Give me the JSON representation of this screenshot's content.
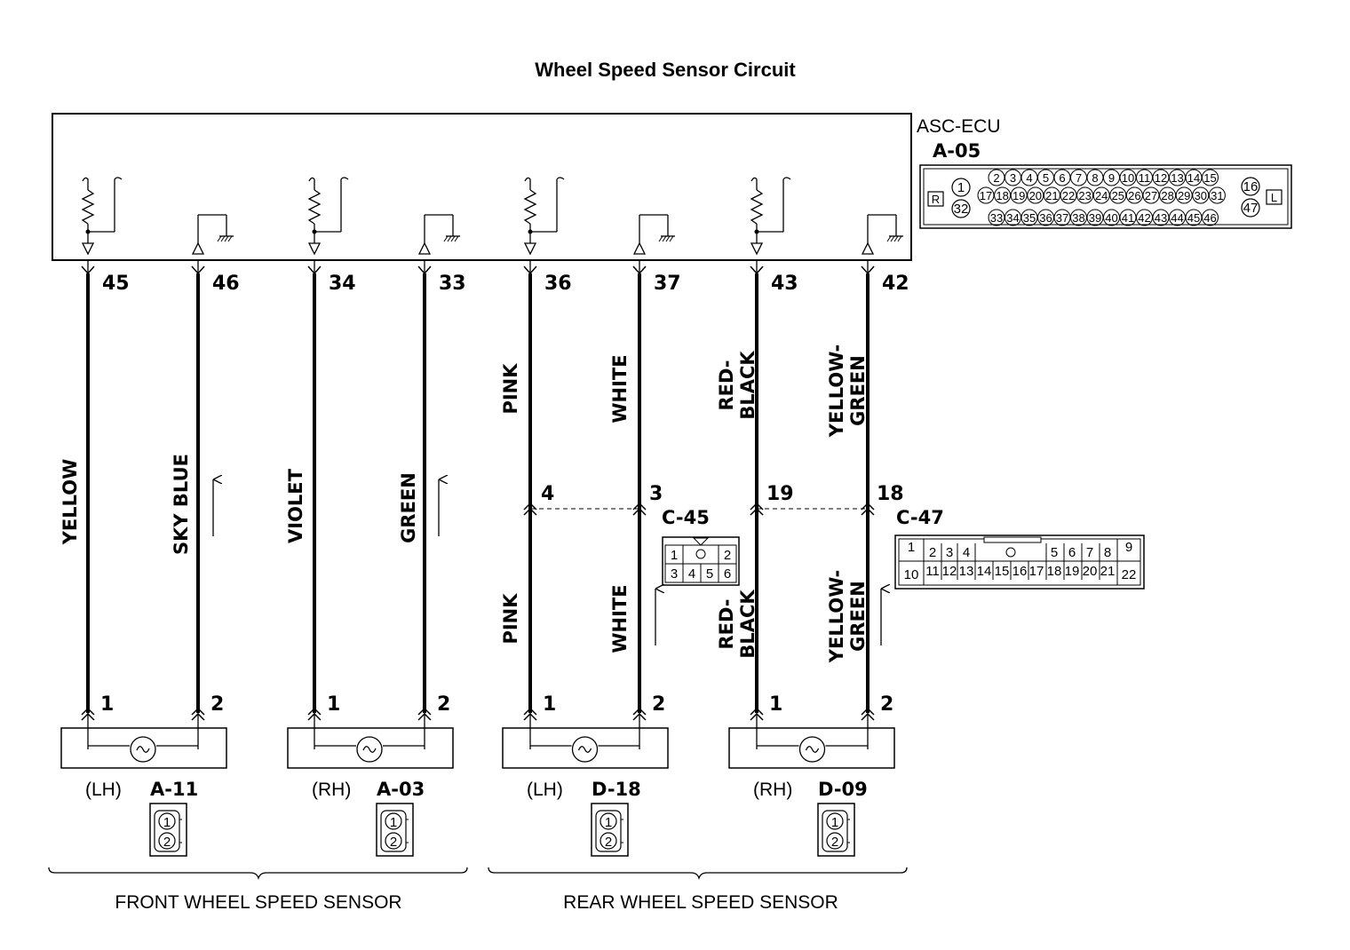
{
  "title": "Wheel Speed Sensor Circuit",
  "ecu": {
    "name": "ASC-ECU",
    "connector": "A-05",
    "face": {
      "left_mark": "R",
      "right_mark": "L",
      "pin_1": "1",
      "pin_32": "32",
      "pin_16": "16",
      "pin_47": "47",
      "row1": [
        "2",
        "3",
        "4",
        "5",
        "6",
        "7",
        "8",
        "9",
        "10",
        "11",
        "12",
        "13",
        "14",
        "15"
      ],
      "row2": [
        "17",
        "18",
        "19",
        "20",
        "21",
        "22",
        "23",
        "24",
        "25",
        "26",
        "27",
        "28",
        "29",
        "30",
        "31"
      ],
      "row3": [
        "33",
        "34",
        "35",
        "36",
        "37",
        "38",
        "39",
        "40",
        "41",
        "42",
        "43",
        "44",
        "45",
        "46"
      ]
    }
  },
  "ecu_pins": [
    "45",
    "46",
    "34",
    "33",
    "36",
    "37",
    "43",
    "42"
  ],
  "sensor_pins": [
    "1",
    "2",
    "1",
    "2",
    "1",
    "2",
    "1",
    "2"
  ],
  "wires_upper": [
    "YELLOW",
    "SKY BLUE",
    "VIOLET",
    "GREEN",
    "PINK",
    "WHITE",
    [
      "RED-",
      "BLACK"
    ],
    [
      "YELLOW-",
      "GREEN"
    ]
  ],
  "wires_lower": [
    "PINK",
    "WHITE",
    [
      "RED-",
      "BLACK"
    ],
    [
      "YELLOW-",
      "GREEN"
    ]
  ],
  "junctions": {
    "c45": {
      "name": "C-45",
      "pin_a": "4",
      "pin_b": "3",
      "face": {
        "top": [
          "1",
          "2"
        ],
        "bottom": [
          "3",
          "4",
          "5",
          "6"
        ]
      }
    },
    "c47": {
      "name": "C-47",
      "pin_a": "19",
      "pin_b": "18",
      "face": {
        "top": [
          "1",
          "2",
          "3",
          "4",
          "5",
          "6",
          "7",
          "8",
          "9"
        ],
        "bottom": [
          "10",
          "11",
          "12",
          "13",
          "14",
          "15",
          "16",
          "17",
          "18",
          "19",
          "20",
          "21",
          "22"
        ]
      }
    }
  },
  "sensors": [
    {
      "side": "(LH)",
      "connector": "A-11"
    },
    {
      "side": "(RH)",
      "connector": "A-03"
    },
    {
      "side": "(LH)",
      "connector": "D-18"
    },
    {
      "side": "(RH)",
      "connector": "D-09"
    }
  ],
  "sensor_face_pins": [
    "1",
    "2"
  ],
  "groups": {
    "front": "FRONT WHEEL SPEED SENSOR",
    "rear": "REAR WHEEL SPEED SENSOR"
  }
}
